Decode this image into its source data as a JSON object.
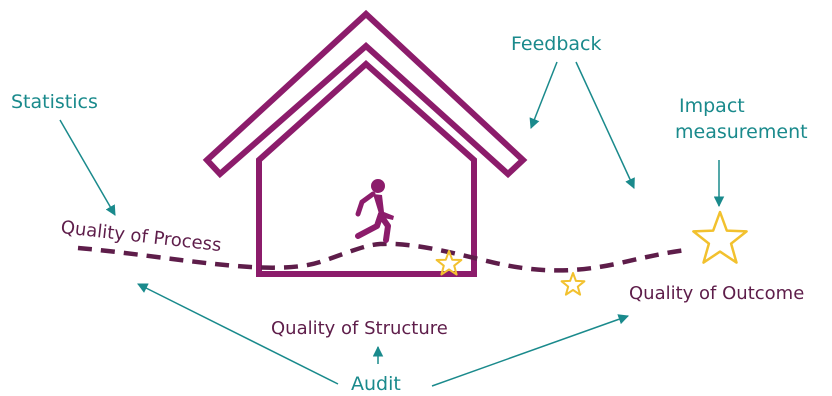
{
  "labels": {
    "statistics": "Statistics",
    "feedback": "Feedback",
    "impact_line1": "Impact",
    "impact_line2": "measurement",
    "process": "Quality of Process",
    "structure": "Quality of Structure",
    "outcome": "Quality of Outcome",
    "audit": "Audit"
  },
  "colors": {
    "house": "#8c1c6b",
    "path": "#5e1d4a",
    "teal": "#1a8a8c",
    "star": "#f2c12e"
  },
  "icons": [
    "house-icon",
    "walking-person-icon",
    "star-icon"
  ]
}
